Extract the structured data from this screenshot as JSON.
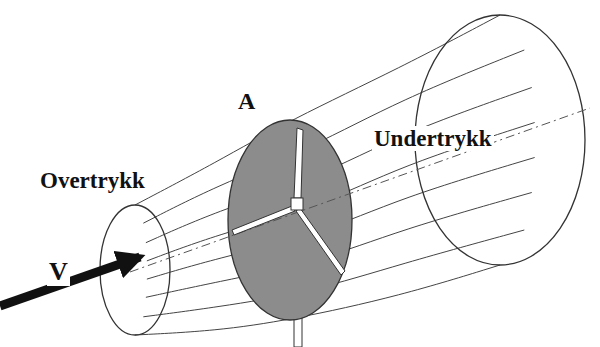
{
  "diagram": {
    "labels": [
      "A",
      "Overtrykk",
      "Undertrykk",
      "V"
    ]
  }
}
